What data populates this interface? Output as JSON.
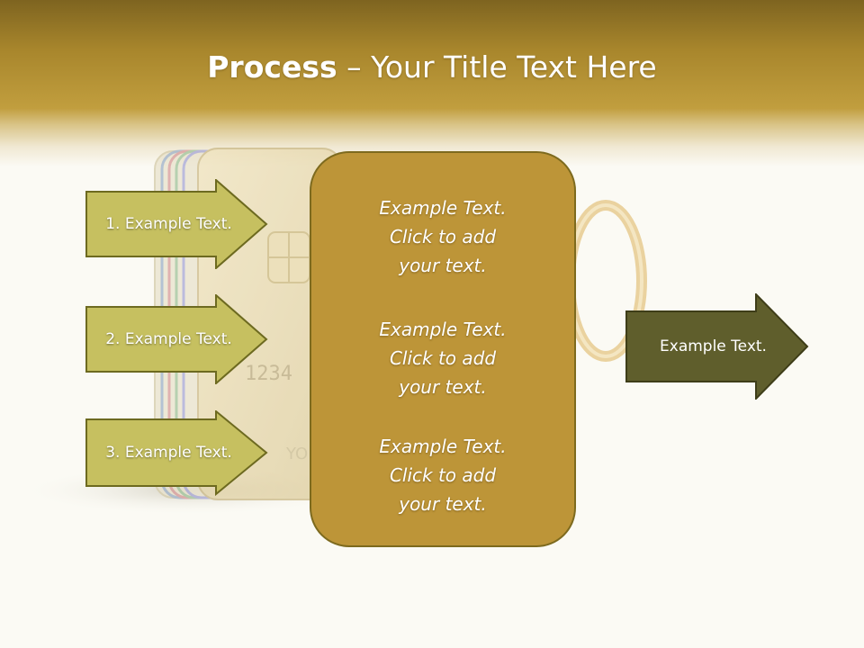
{
  "slide": {
    "title_bold": "Process",
    "title_rest": " – Your Title Text Here"
  },
  "steps": [
    {
      "label": "1. Example Text."
    },
    {
      "label": "2. Example Text."
    },
    {
      "label": "3. Example Text."
    }
  ],
  "center_items": [
    {
      "line1": "Example Text.",
      "line2": "Click  to add",
      "line3": "your text."
    },
    {
      "line1": "Example Text.",
      "line2": "Click  to add",
      "line3": "your text."
    },
    {
      "line1": "Example Text.",
      "line2": "Click  to add",
      "line3": "your text."
    }
  ],
  "output": {
    "label": "Example Text."
  },
  "background_art": {
    "card_number_fragment": "1234",
    "card_text_fragment": "YO"
  },
  "colors": {
    "title_band": "#a8862c",
    "step_fill": "#c6c060",
    "step_border": "#6d6a20",
    "center_fill": "#bd9538",
    "center_border": "#7d6a1e",
    "output_fill": "#5f5e2c"
  },
  "icons": [
    "credit-card-illustration",
    "key-ring-illustration"
  ]
}
